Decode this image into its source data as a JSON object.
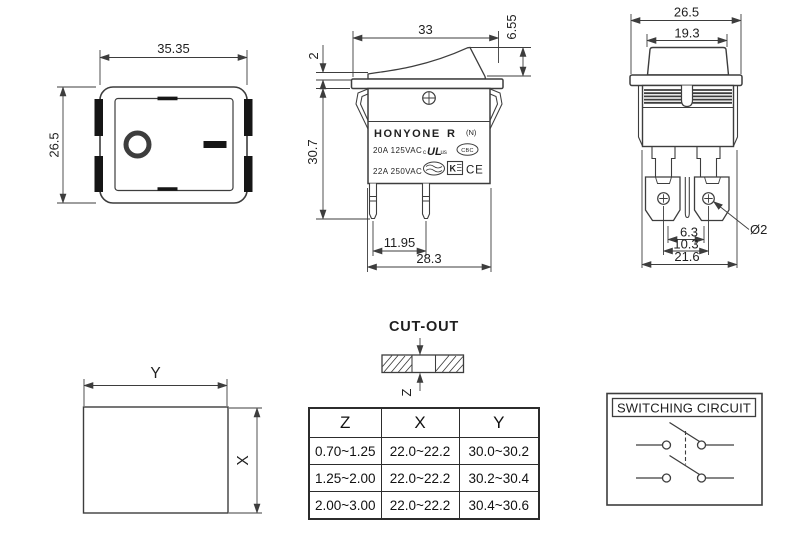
{
  "drawing": {
    "background": "#ffffff",
    "line_color": "#3d3d3d",
    "text_color": "#1f1f1f",
    "clip_color": "#161616"
  },
  "front_view": {
    "dim_width": "35.35",
    "dim_height": "26.5",
    "rocker_off_symbol": "O",
    "rocker_on_symbol": "I"
  },
  "side_view": {
    "dim_flange_width": "33",
    "dim_rocker_lip": "2",
    "dim_rocker_height": "6.55",
    "dim_body_height": "30.7",
    "dim_terminal_spacing": "11.95",
    "dim_body_width": "28.3",
    "brand": "HONYONE",
    "model": "R",
    "model_suffix": "(N)",
    "rating_line1": "20A 125VAC",
    "rating_line2": "22A 250VAC",
    "cert_ul_c": "c",
    "cert_ul": "UL",
    "cert_ul_us": "us",
    "cert_oval": "CBC",
    "cert_box": "K",
    "cert_ce": "CE"
  },
  "rear_view": {
    "dim_flange_width": "26.5",
    "dim_rocker_width": "19.3",
    "dim_hole_inner": "6.3",
    "dim_hole_spacing": "10.3",
    "dim_body_width": "21.6",
    "hole_diameter": "Ø2"
  },
  "panel_view": {
    "dim_width_label": "Y",
    "dim_height_label": "X"
  },
  "cutout_section": {
    "title": "CUT-OUT",
    "thickness_label": "Z"
  },
  "cutout_table": {
    "headers": [
      "Z",
      "X",
      "Y"
    ],
    "rows": [
      [
        "0.70~1.25",
        "22.0~22.2",
        "30.0~30.2"
      ],
      [
        "1.25~2.00",
        "22.0~22.2",
        "30.2~30.4"
      ],
      [
        "2.00~3.00",
        "22.0~22.2",
        "30.4~30.6"
      ]
    ]
  },
  "switching_circuit": {
    "title": "SWITCHING CIRCUIT"
  }
}
